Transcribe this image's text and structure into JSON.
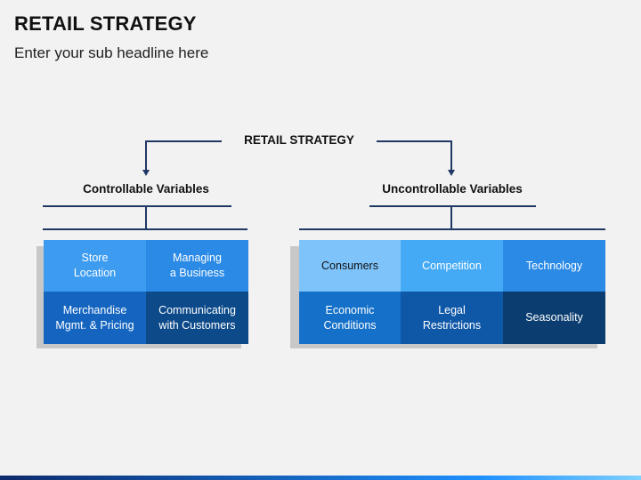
{
  "header": {
    "title": "RETAIL STRATEGY",
    "subtitle": "Enter your sub headline here"
  },
  "diagram": {
    "root_label": "RETAIL STRATEGY",
    "left": {
      "label": "Controllable Variables",
      "cells": [
        {
          "text": "Store\nLocation",
          "color": "#3d9cf0"
        },
        {
          "text": "Managing\na Business",
          "color": "#2b8ae6"
        },
        {
          "text": "Merchandise\nMgmt. & Pricing",
          "color": "#1565c0"
        },
        {
          "text": "Communicating\nwith Customers",
          "color": "#0d4a8a"
        }
      ]
    },
    "right": {
      "label": "Uncontrollable Variables",
      "cells": [
        {
          "text": "Consumers",
          "color": "#7ec4fa"
        },
        {
          "text": "Competition",
          "color": "#45aaf5"
        },
        {
          "text": "Technology",
          "color": "#2b8ae6"
        },
        {
          "text": "Economic\nConditions",
          "color": "#1470c8"
        },
        {
          "text": "Legal\nRestrictions",
          "color": "#0f58a8"
        },
        {
          "text": "Seasonality",
          "color": "#0b3d70"
        }
      ]
    },
    "colors": {
      "connector": "#1f3864",
      "shadow": "#c8c8c8"
    }
  }
}
